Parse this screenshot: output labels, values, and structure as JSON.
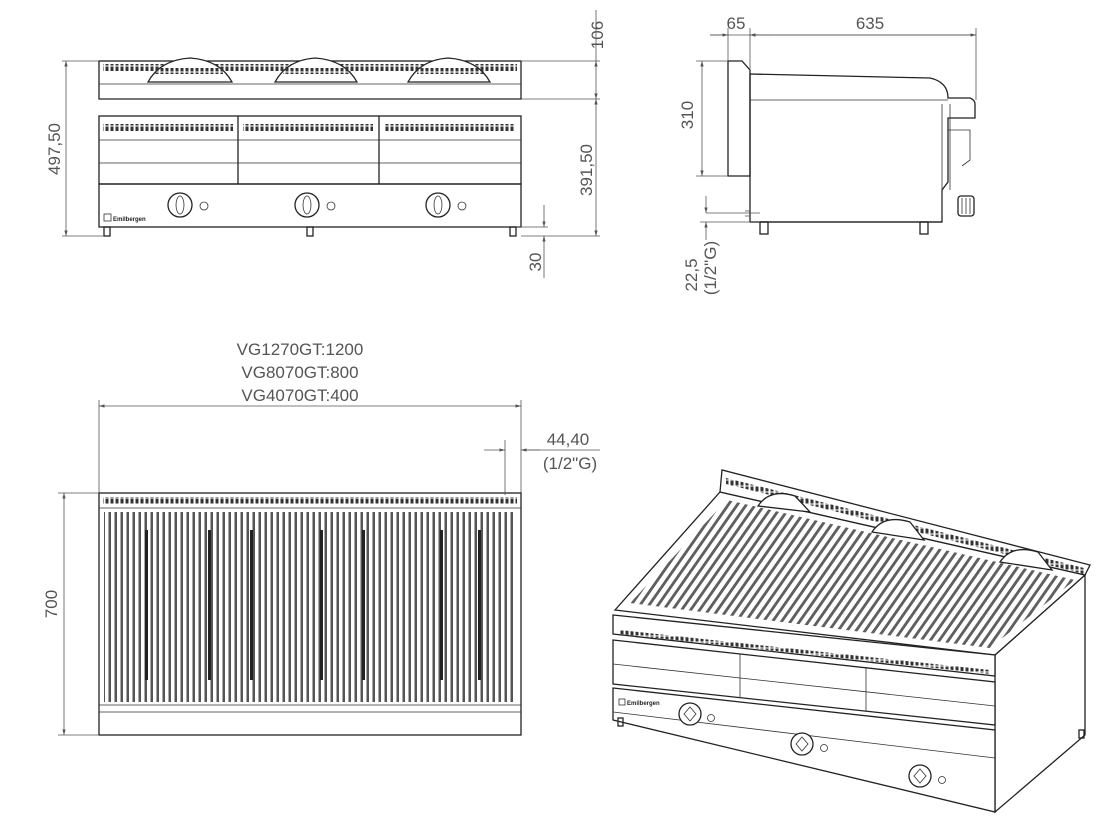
{
  "front_view": {
    "dim_overall_height": "497,50",
    "dim_top": "106",
    "dim_body": "391,50",
    "dim_feet": "30",
    "knob_count": 3,
    "brand_text": "Emilbergen"
  },
  "side_view": {
    "dim_back": "65",
    "dim_depth": "635",
    "dim_height": "310",
    "dim_gas_height": "22,5",
    "dim_gas_thread": "(1/2\"G)"
  },
  "top_view": {
    "model_1": "VG1270GT:1200",
    "model_2": "VG8070GT:800",
    "model_3": "VG4070GT:400",
    "dim_depth": "700",
    "dim_gas_offset": "44,40",
    "dim_gas_thread": "(1/2\"G)"
  },
  "perspective_view": {
    "brand_text": "Emilbergen"
  }
}
